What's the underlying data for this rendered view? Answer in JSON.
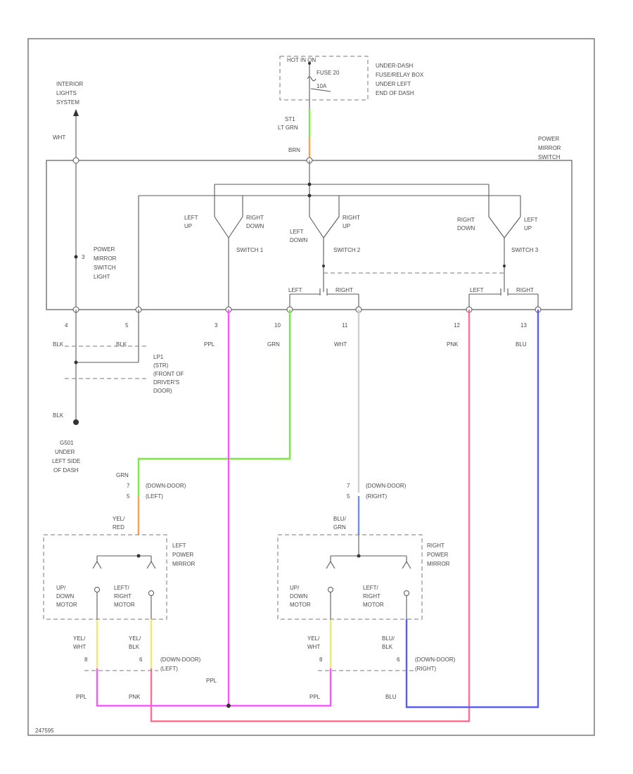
{
  "labels": {
    "hot_at_all_times": "HOT IN ON",
    "fuse": "FUSE 20",
    "fuse_amp": "10A",
    "fuse_box": [
      "UNDER-DASH",
      "FUSE/RELAY BOX",
      "UNDER LEFT",
      "END OF DASH"
    ],
    "interior_lights": [
      "INTERIOR",
      "LIGHTS",
      "SYSTEM"
    ],
    "whtl_top": "WHT",
    "wire_top_1": "ST1",
    "wire_top_2": "LT GRN",
    "wire_top_3": "BRN",
    "power_mirror_switch": [
      "POWER",
      "MIRROR",
      "SWITCH"
    ],
    "switch_light": [
      "POWER",
      "MIRROR",
      "SWITCH",
      "LIGHT"
    ],
    "switch_light_pin": "3",
    "sw1_left_up": [
      "LEFT",
      "UP"
    ],
    "sw1_right_down": [
      "RIGHT",
      "DOWN"
    ],
    "sw1_name": "SWITCH 1",
    "sw2_left_down": [
      "LEFT",
      "DOWN"
    ],
    "sw2_right_up": [
      "RIGHT",
      "UP"
    ],
    "sw2_name": "SWITCH 2",
    "sw3_right_down": [
      "RIGHT",
      "DOWN"
    ],
    "sw3_left_up": [
      "LEFT",
      "UP"
    ],
    "sw3_name": "SWITCH 3",
    "sel_left_1": "LEFT",
    "sel_right_1": "RIGHT",
    "sel_left_2": "LEFT",
    "sel_right_2": "RIGHT",
    "pins": [
      "4",
      "5",
      "3",
      "10",
      "11",
      "12",
      "13"
    ],
    "wire_blk_1": "BLK",
    "wire_blk_2": "BLK",
    "wire_ppl": "PPL",
    "wire_grn": "GRN",
    "wire_wht": "WHT",
    "wire_pnk": "PNK",
    "wire_blu": "BLU",
    "ground_conn": [
      "LP1",
      "(STR)",
      "(FRONT OF",
      "DRIVER'S",
      "DOOR)"
    ],
    "wire_blk_3": "BLK",
    "ground": [
      "G501",
      "UNDER",
      "LEFT SIDE",
      "OF DASH"
    ],
    "left_grn": "GRN",
    "left_conn_pin_a": "7",
    "left_conn_pin_b": "5",
    "left_conn_name": "(DOWN-DOOR)",
    "left_conn_sub": "(LEFT)",
    "left_yel_red": [
      "YEL/",
      "RED"
    ],
    "right_conn_pin_a": "7",
    "right_conn_pin_b": "5",
    "right_conn_name": "(DOWN-DOOR)",
    "right_conn_sub": "(RIGHT)",
    "right_blu_grn": [
      "BLU/",
      "GRN"
    ],
    "left_mirror": [
      "LEFT",
      "POWER",
      "MIRROR"
    ],
    "right_mirror": [
      "RIGHT",
      "POWER",
      "MIRROR"
    ],
    "updown_motor": [
      "UP/",
      "DOWN",
      "MOTOR"
    ],
    "leftright_motor": [
      "LEFT/",
      "RIGHT",
      "MOTOR"
    ],
    "updown_motor_r": [
      "UP/",
      "DOWN",
      "MOTOR"
    ],
    "leftright_motor_r": [
      "LEFT/",
      "RIGHT",
      "MOTOR"
    ],
    "yel_wht_l": [
      "YEL/",
      "WHT"
    ],
    "yel_blk_l": [
      "YEL/",
      "BLK"
    ],
    "yel_wht_r": [
      "YEL/",
      "WHT"
    ],
    "blu_blk_r": [
      "BLU/",
      "BLK"
    ],
    "lower_conn_l_pin_a": "8",
    "lower_conn_l_pin_b": "6",
    "lower_conn_l_name": "(DOWN-DOOR)",
    "lower_conn_l_sub": "(LEFT)",
    "lower_conn_r_pin_a": "8",
    "lower_conn_r_pin_b": "6",
    "lower_conn_r_name": "(DOWN-DOOR)",
    "lower_conn_r_sub": "(RIGHT)",
    "bottom_ppl_1": "PPL",
    "bottom_pnk": "PNK",
    "bottom_ppl_mid": "PPL",
    "bottom_ppl_2": "PPL",
    "bottom_blu": "BLU",
    "figure_id": "247595"
  },
  "colors": {
    "green": "#7ee84a",
    "orange": "#f5a35a",
    "magenta": "#ff55ff",
    "pink": "#ff6f8f",
    "blue": "#5a5af5",
    "white_wire": "#cccccc",
    "yellow": "#ecec66",
    "lightblue": "#6f8ff0"
  }
}
